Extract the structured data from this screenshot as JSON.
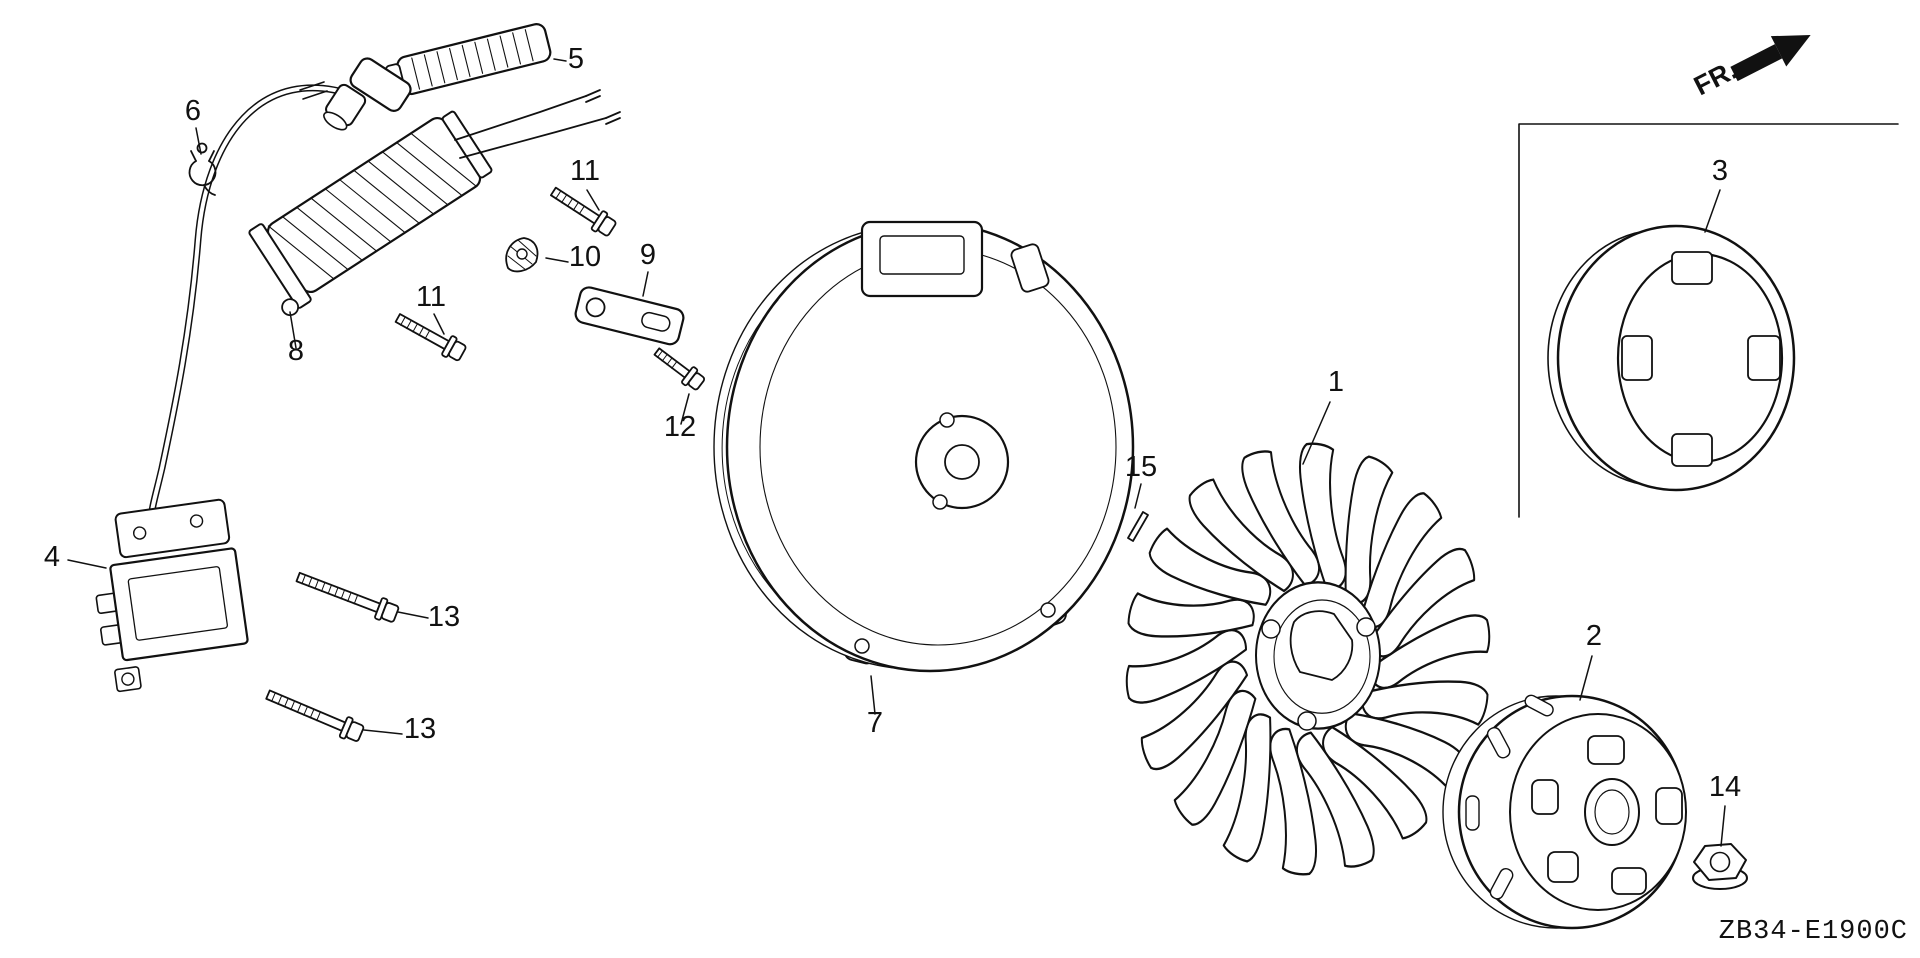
{
  "diagram": {
    "fr_label": "FR.",
    "code": "ZB34-E1900C",
    "ink_color": "#111111",
    "background_color": "#ffffff",
    "callouts": [
      "5",
      "6",
      "11",
      "8",
      "10",
      "11",
      "9",
      "12",
      "4",
      "13",
      "13",
      "7",
      "15",
      "1",
      "2",
      "3",
      "14"
    ]
  }
}
